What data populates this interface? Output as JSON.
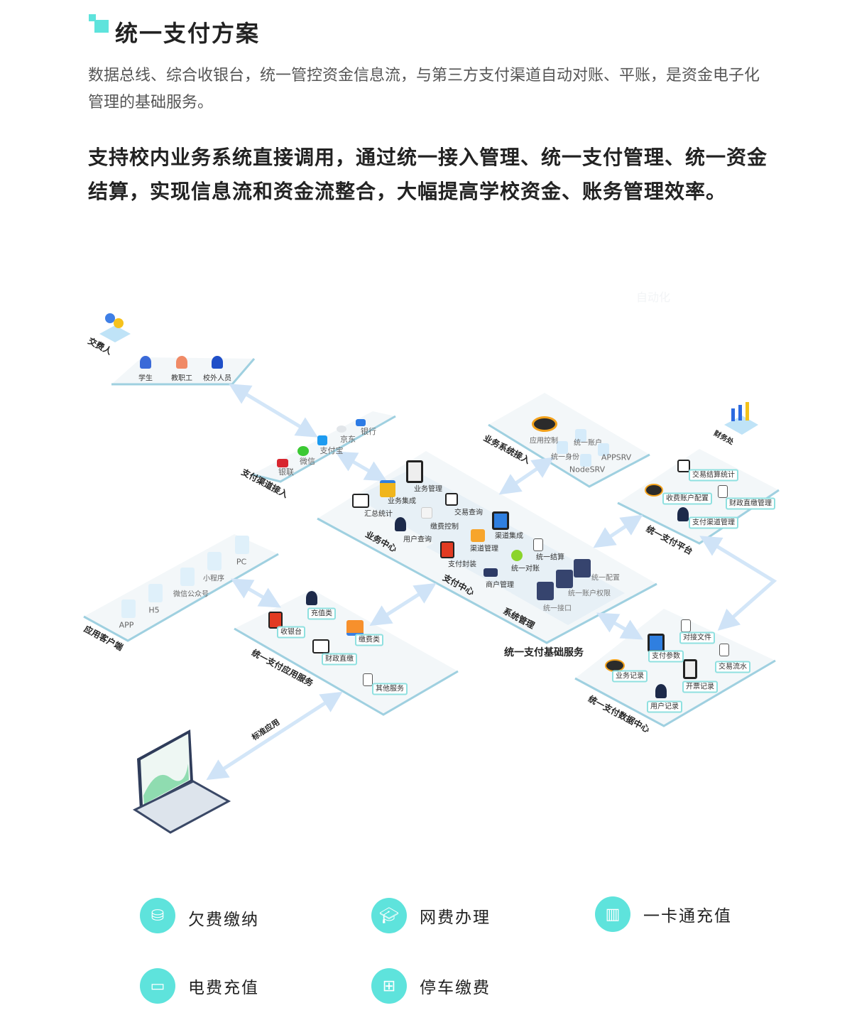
{
  "header": {
    "title": "统一支付方案",
    "intro": "数据总线、综合收银台，统一管控资金信息流，与第三方支付渠道自动对账、平账，是资金电子化管理的基础服务。",
    "lead": "支持校内业务系统直接调用，通过统一接入管理、统一支付管理、统一资金结算，实现信息流和资金流整合，大幅提高学校资金、账务管理效率。"
  },
  "diagram": {
    "watermark": "自动化",
    "payer": {
      "title": "交费人",
      "items": [
        "学生",
        "教职工",
        "校外人员"
      ]
    },
    "channels": {
      "title": "支付渠道接入",
      "items": [
        "银联",
        "微信",
        "支付宝",
        "京东",
        "银行"
      ]
    },
    "biz_access": {
      "title": "业务系统接入",
      "items": [
        "应用控制",
        "统一账户",
        "统一身份",
        "APPSRV",
        "NodeSRV"
      ]
    },
    "core": {
      "title": "统一支付基础服务",
      "sections": [
        "业务中心",
        "支付中心",
        "系统管理"
      ],
      "items": [
        "业务管理",
        "业务集成",
        "汇总统计",
        "交易查询",
        "缴费控制",
        "用户查询",
        "渠道集成",
        "渠道管理",
        "统一结算",
        "支付封装",
        "统一对账",
        "商户管理",
        "统一配置",
        "统一账户权限",
        "统一接口"
      ]
    },
    "platform": {
      "title": "统一支付平台",
      "finance": "财务处",
      "items": [
        "交易结算统计",
        "收费账户配置",
        "财政直缴管理",
        "支付渠道管理"
      ]
    },
    "data_center": {
      "title": "统一支付数据中心",
      "items": [
        "对接文件",
        "支付参数",
        "交易流水",
        "业务记录",
        "开票记录",
        "用户记录"
      ]
    },
    "app_service": {
      "title": "统一支付应用服务",
      "items": [
        "充值类",
        "收银台",
        "缴费类",
        "财政直缴",
        "其他服务"
      ]
    },
    "clients": {
      "title": "应用客户端",
      "items": [
        "APP",
        "H5",
        "微信公众号",
        "小程序",
        "PC"
      ]
    },
    "standard_app": "标准应用"
  },
  "features": [
    {
      "label": "欠费缴纳",
      "icon": "coins-icon"
    },
    {
      "label": "网费办理",
      "icon": "graduation-cap-icon"
    },
    {
      "label": "一卡通充值",
      "icon": "building-icon"
    },
    {
      "label": "电费充值",
      "icon": "wallet-icon"
    },
    {
      "label": "停车缴费",
      "icon": "parking-icon"
    }
  ],
  "colors": {
    "accent": "#5ee3dc",
    "platform_edge": "#9fd0e0",
    "arrow": "#d3e6f8"
  }
}
